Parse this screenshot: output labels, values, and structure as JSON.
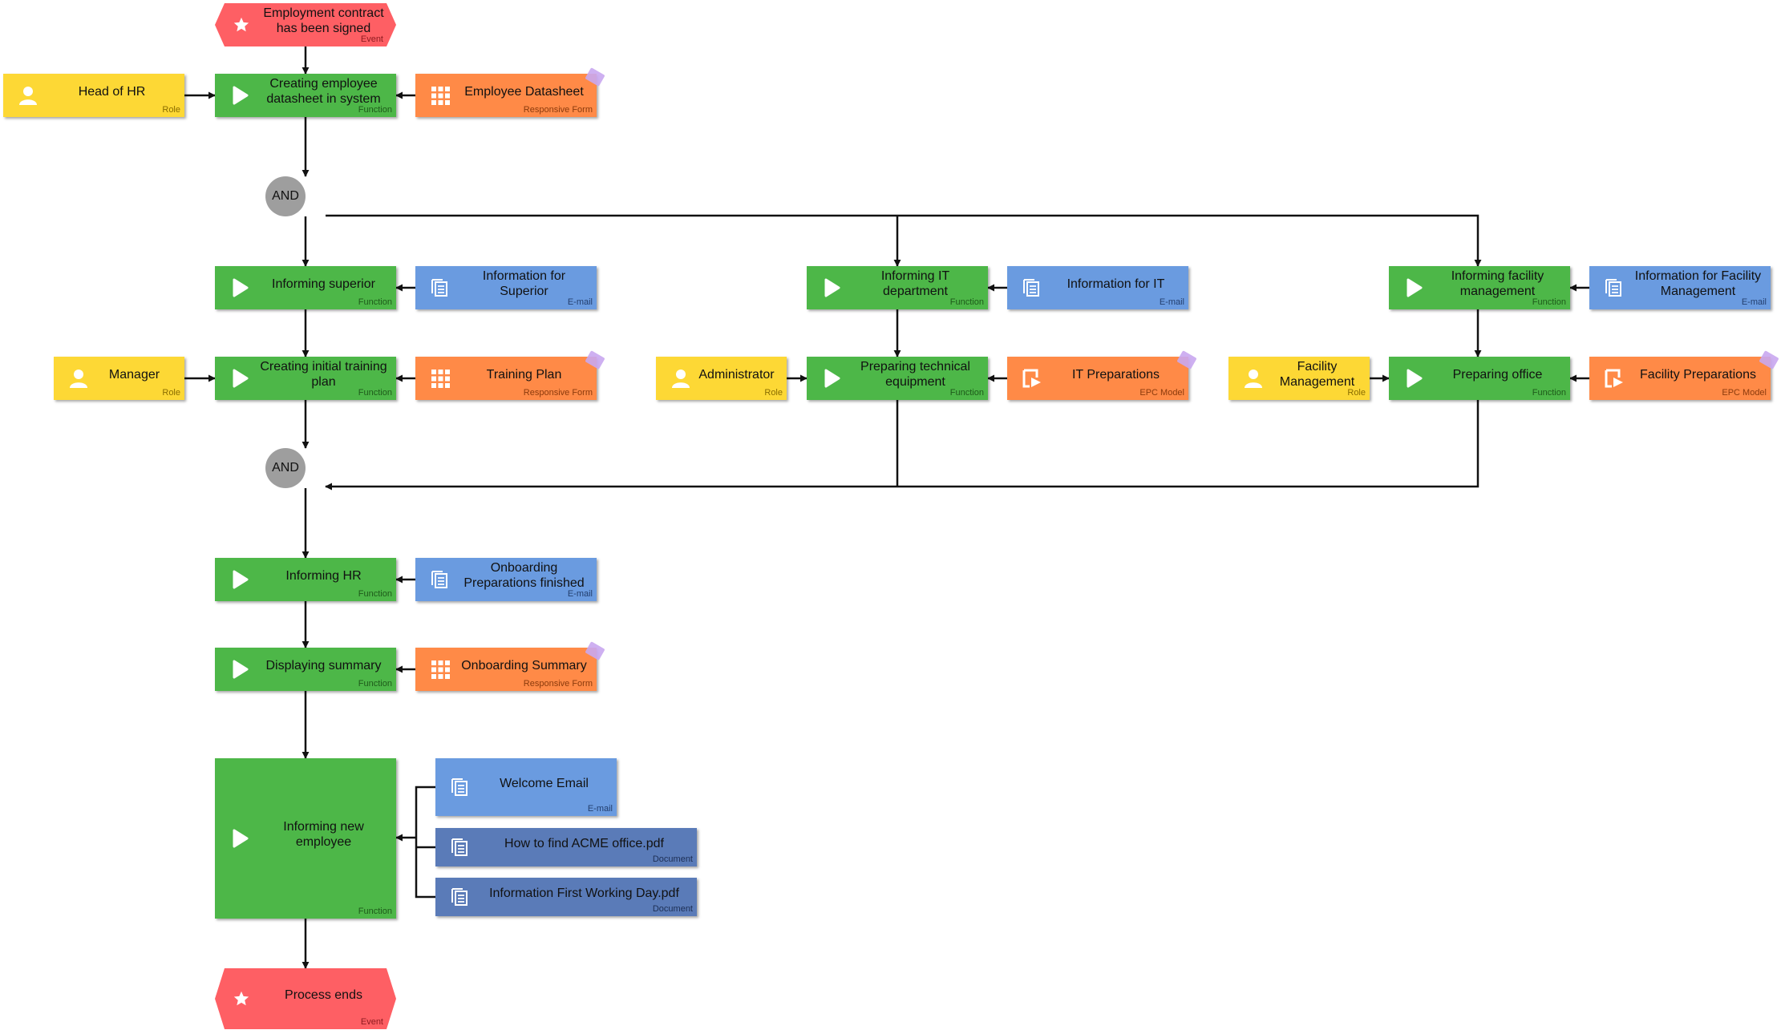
{
  "nodes": {
    "evt_start": {
      "label": "Employment contract has been signed",
      "type": "Event"
    },
    "role_hr": {
      "label": "Head of HR",
      "type": "Role"
    },
    "fn_datasheet": {
      "label": "Creating employee datasheet in system",
      "type": "Function"
    },
    "form_datasheet": {
      "label": "Employee Datasheet",
      "type": "Responsive Form"
    },
    "gw_split": {
      "label": "AND"
    },
    "fn_superior": {
      "label": "Informing superior",
      "type": "Function"
    },
    "mail_superior": {
      "label": "Information for Superior",
      "type": "E-mail"
    },
    "fn_it": {
      "label": "Informing IT department",
      "type": "Function"
    },
    "mail_it": {
      "label": "Information for IT",
      "type": "E-mail"
    },
    "fn_facility": {
      "label": "Informing facility management",
      "type": "Function"
    },
    "mail_facility": {
      "label": "Information for Facility Management",
      "type": "E-mail"
    },
    "role_manager": {
      "label": "Manager",
      "type": "Role"
    },
    "fn_training": {
      "label": "Creating initial training plan",
      "type": "Function"
    },
    "form_training": {
      "label": "Training Plan",
      "type": "Responsive Form"
    },
    "role_admin": {
      "label": "Administrator",
      "type": "Role"
    },
    "fn_equipment": {
      "label": "Preparing technical equipment",
      "type": "Function"
    },
    "epc_it": {
      "label": "IT Preparations",
      "type": "EPC Model"
    },
    "role_fm": {
      "label": "Facility Management",
      "type": "Role"
    },
    "fn_office": {
      "label": "Preparing office",
      "type": "Function"
    },
    "epc_facility": {
      "label": "Facility Preparations",
      "type": "EPC Model"
    },
    "gw_join": {
      "label": "AND"
    },
    "fn_inform_hr": {
      "label": "Informing HR",
      "type": "Function"
    },
    "mail_onboarding": {
      "label": "Onboarding Preparations finished",
      "type": "E-mail"
    },
    "fn_summary": {
      "label": "Displaying summary",
      "type": "Function"
    },
    "form_summary": {
      "label": "Onboarding Summary",
      "type": "Responsive Form"
    },
    "fn_new_emp": {
      "label": "Informing new employee",
      "type": "Function"
    },
    "mail_welcome": {
      "label": "Welcome Email",
      "type": "E-mail"
    },
    "doc_office": {
      "label": "How to find ACME office.pdf",
      "type": "Document"
    },
    "doc_first_day": {
      "label": "Information First Working Day.pdf",
      "type": "Document"
    },
    "evt_end": {
      "label": "Process ends",
      "type": "Event"
    }
  },
  "colors": {
    "function": "#4db748",
    "role": "#fdd835",
    "responsive_form": "#ff8a47",
    "email": "#6a9be0",
    "document": "#5a7bb8",
    "event": "#fe5f64",
    "gateway": "#9e9e9e",
    "connector": "#111111"
  },
  "icons": {
    "Function": "play-icon",
    "Role": "person-icon",
    "Responsive Form": "grid-icon",
    "E-mail": "document-stack-icon",
    "Document": "document-stack-icon",
    "EPC Model": "process-model-icon",
    "Event": "star-icon"
  }
}
